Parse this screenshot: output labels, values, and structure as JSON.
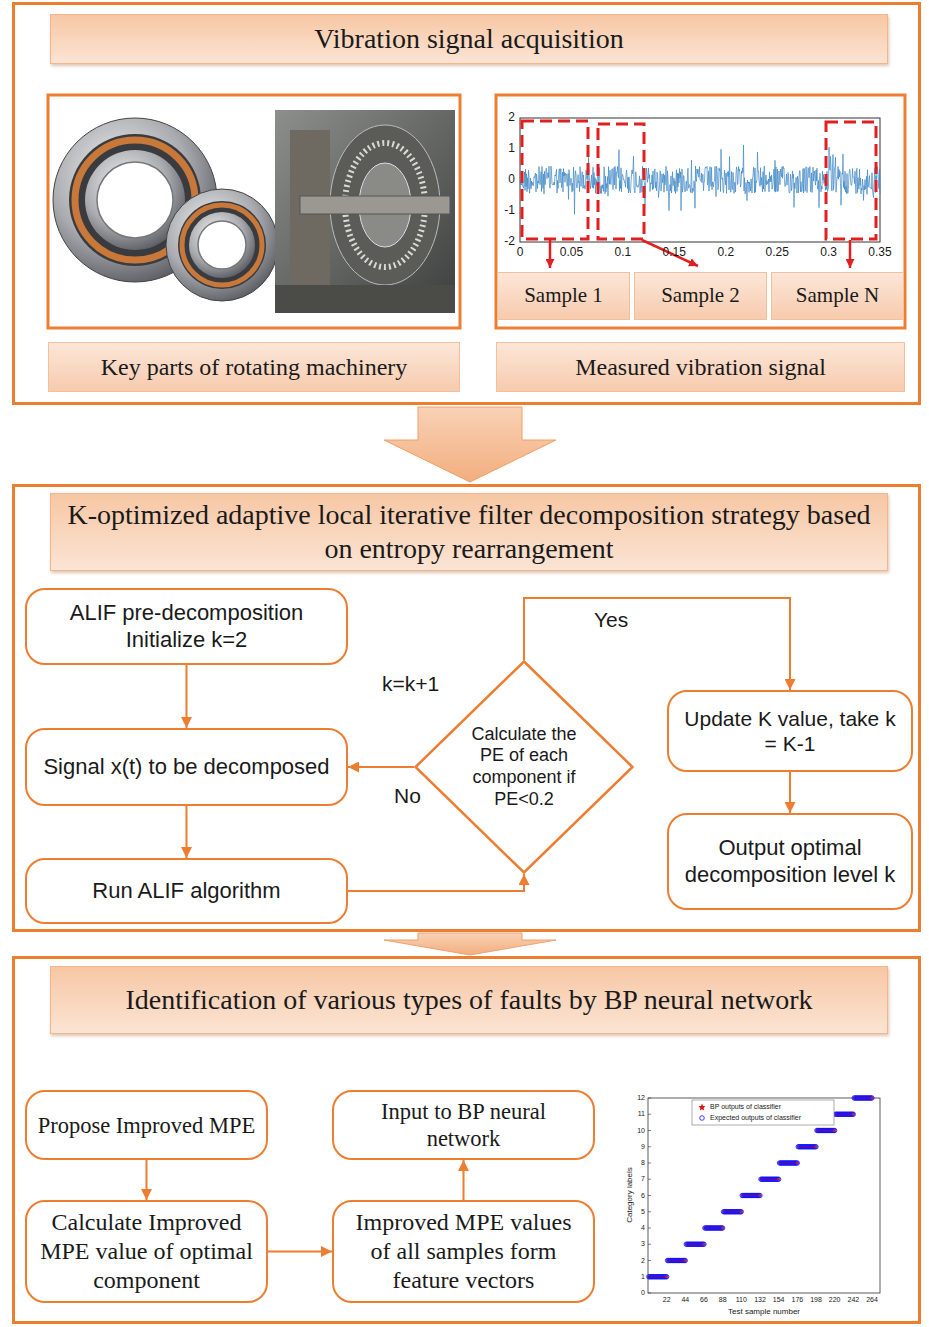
{
  "diagram": {
    "nodes": [
      {
        "text": [
          "Vibration signal acquisition"
        ]
      },
      {
        "text": [
          "Sample 1"
        ],
        "in": 0
      },
      {
        "text": [
          "Sample 2"
        ],
        "in": 0
      },
      {
        "text": [
          "Sample N"
        ],
        "in": 0
      },
      {
        "text": [
          "Key parts of rotating machinery"
        ],
        "in": 0
      },
      {
        "text": [
          "Measured vibration signal"
        ],
        "in": 0
      },
      {
        "text": [
          "K-optimized adaptive local iterative filter decomposition strategy based on entropy rearrangement"
        ]
      },
      {
        "text": [
          "ALIF pre-decomposition Initialize k=2"
        ],
        "in": 6
      },
      {
        "text": [
          "Signal x(t) to be decomposed"
        ],
        "in": 6
      },
      {
        "text": [
          "Run ALIF algorithm"
        ],
        "in": 6
      },
      {
        "text": [
          "Calculate the PE of each component if PE<0.2"
        ],
        "in": 6
      },
      {
        "text": [
          "Update K value, take k = K-1"
        ],
        "in": 6
      },
      {
        "text": [
          "Output optimal decomposition level k"
        ],
        "in": 6
      },
      {
        "text": [
          "Identification of various types of faults by BP neural network"
        ]
      },
      {
        "text": [
          "Propose Improved MPE"
        ],
        "in": 13
      },
      {
        "text": [
          "Input to BP neural network"
        ],
        "in": 13
      },
      {
        "text": [
          "Calculate Improved MPE value of optimal component"
        ],
        "in": 13
      },
      {
        "text": [
          "Improved MPE values of all samples form feature vectors"
        ],
        "in": 13
      }
    ],
    "edges": [
      {
        "from": 7,
        "to": 8,
        "arrow": "to"
      },
      {
        "from": 8,
        "to": 9,
        "arrow": "to"
      },
      {
        "from": 9,
        "to": 10,
        "arrow": "to"
      },
      {
        "from": 10,
        "to": 8,
        "label": "No",
        "arrow": "to"
      },
      {
        "from": 10,
        "to": 11,
        "label": "Yes",
        "arrow": "to"
      },
      {
        "from": 11,
        "to": 12,
        "arrow": "to"
      },
      {
        "from": 14,
        "to": 16,
        "arrow": "to"
      },
      {
        "from": 16,
        "to": 17,
        "arrow": "to"
      },
      {
        "from": 17,
        "to": 15,
        "arrow": "to"
      }
    ],
    "labels": [
      "2",
      "1",
      "0",
      "-1",
      "-2",
      "0",
      "0.05",
      "0.1",
      "0.15",
      "0.2",
      "0.25",
      "0.3",
      "0.35",
      "k=k+1",
      "0",
      "1",
      "2",
      "3",
      "4",
      "5",
      "6",
      "7",
      "8",
      "9",
      "10",
      "11",
      "12",
      "22",
      "44",
      "66",
      "88",
      "110",
      "132",
      "154",
      "176",
      "198",
      "220",
      "242",
      "264",
      "Category labels",
      "Test sample number"
    ],
    "legend": [
      {
        "text": "BP outputs of classifier"
      },
      {
        "text": "Expected outputs of classifier"
      }
    ]
  }
}
